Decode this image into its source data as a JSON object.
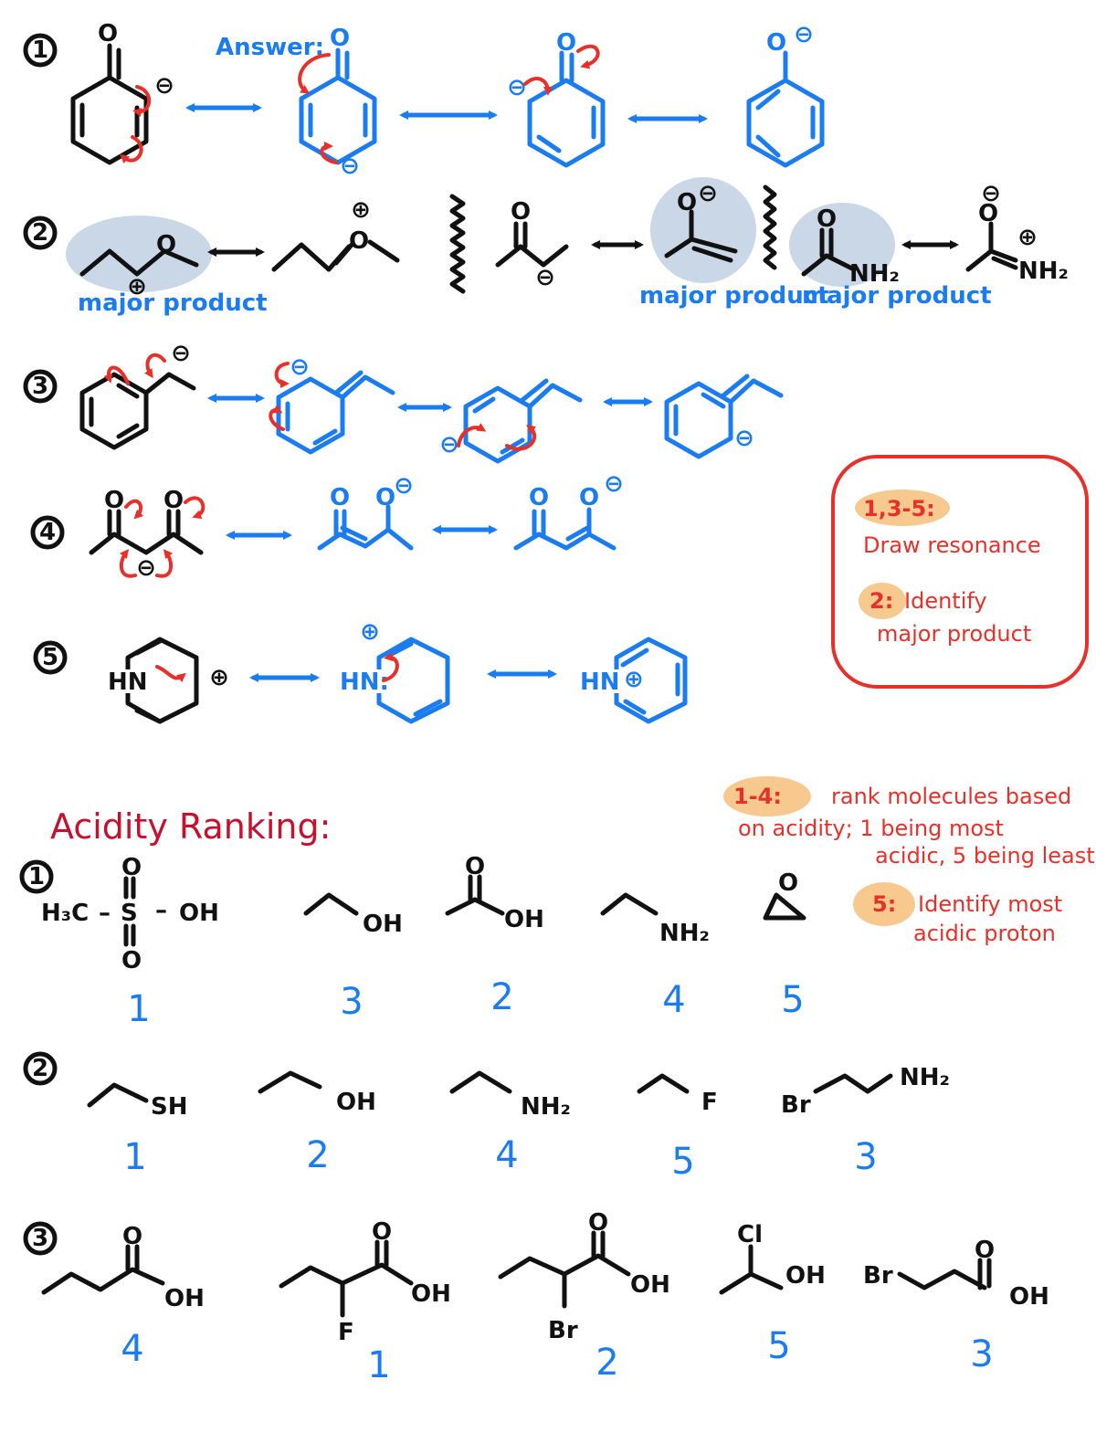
{
  "colors": {
    "ink": "#111111",
    "answer_blue": "#1a7cf0",
    "note_red": "#e8302a",
    "heading_red": "#c8102e",
    "highlight_blue": "#c9d7e6",
    "highlight_orange": "#f7c98e"
  },
  "resonance": {
    "problem_labels": [
      "1",
      "2",
      "3",
      "4",
      "5"
    ],
    "answer_label": "Answer:",
    "major_product_label": "major product",
    "atoms": {
      "O": "O",
      "N": "N",
      "NH2": "NH₂",
      "HN": "HN",
      "HN_lp": "HN:",
      "minus": "⊖",
      "plus": "⊕"
    },
    "instructions": {
      "line1_tag": "1,3-5:",
      "line1_text": "Draw resonance",
      "line2_tag": "2:",
      "line2_text": "Identify",
      "line3_text": "major product"
    }
  },
  "acidity": {
    "heading": "Acidity Ranking:",
    "instructions": {
      "tag1": "1-4:",
      "text1_line1": "rank molecules based",
      "text1_line2": "on acidity; 1 being most",
      "text1_line3": "acidic, 5 being least",
      "tag2": "5:",
      "text2_line1": "Identify most",
      "text2_line2": "acidic proton"
    },
    "problem_labels": [
      "1",
      "2",
      "3"
    ],
    "row1": {
      "labels": {
        "h3c": "H₃C",
        "dash": "–",
        "s": "S",
        "oh": "OH",
        "o": "O",
        "eq": "="
      },
      "ranks": [
        "1",
        "3",
        "2",
        "4",
        "5"
      ]
    },
    "row2": {
      "labels": {
        "sh": "SH",
        "oh": "OH",
        "nh2": "NH₂",
        "f": "F",
        "br": "Br",
        "nh2b": "NH₂"
      },
      "ranks": [
        "1",
        "2",
        "4",
        "5",
        "3"
      ]
    },
    "row3": {
      "labels": {
        "o": "O",
        "oh": "OH",
        "f": "F",
        "br": "Br",
        "cl": "Cl"
      },
      "ranks": [
        "4",
        "1",
        "2",
        "5",
        "3"
      ]
    }
  }
}
